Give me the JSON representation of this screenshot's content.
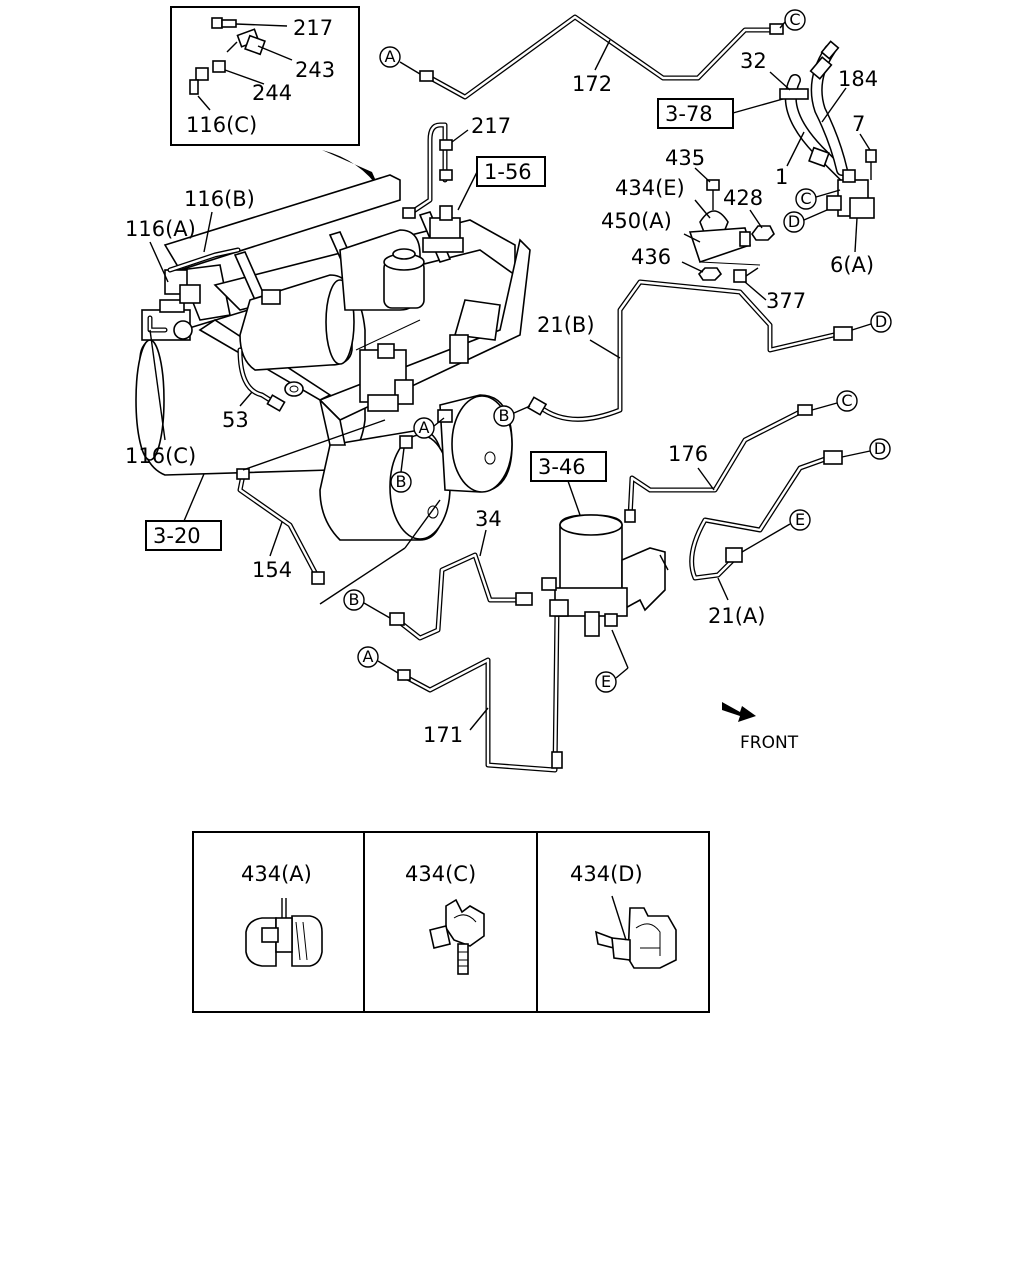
{
  "inset": {
    "labels": [
      "217",
      "243",
      "244",
      "116(C)"
    ]
  },
  "reference_boxes": [
    "1-56",
    "3-78",
    "3-20",
    "3-46"
  ],
  "part_labels": {
    "p217": "217",
    "p172": "172",
    "p32": "32",
    "p184": "184",
    "p7": "7",
    "p1": "1",
    "p435": "435",
    "p434e": "434(E)",
    "p428": "428",
    "p450a": "450(A)",
    "p436": "436",
    "p377": "377",
    "p6a": "6(A)",
    "p116b": "116(B)",
    "p116a": "116(A)",
    "p21b": "21(B)",
    "p53": "53",
    "p116c": "116(C)",
    "p176": "176",
    "p154": "154",
    "p34": "34",
    "p21a": "21(A)",
    "p171": "171"
  },
  "connector_letters": [
    "A",
    "B",
    "C",
    "D",
    "E"
  ],
  "front_label": "FRONT",
  "clip_table": {
    "headers": [
      "434(A)",
      "434(C)",
      "434(D)"
    ]
  }
}
